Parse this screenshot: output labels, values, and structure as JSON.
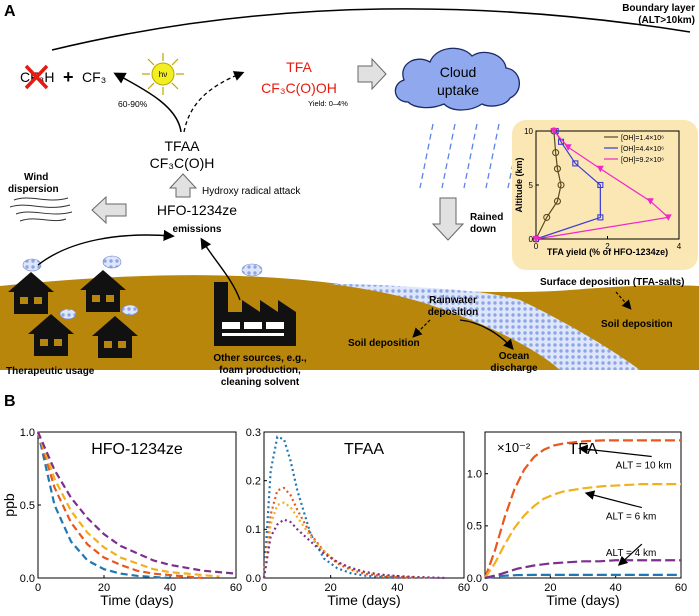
{
  "panel_a": {
    "label": "A",
    "boundary_layer": {
      "line1": "Boundary layer",
      "line2": "(ALT>10km)"
    },
    "products": {
      "cf3h": "CF₃H",
      "plus": "+",
      "cf3": "CF₃",
      "hv": "hν",
      "percent": "60-90%"
    },
    "tfa": {
      "name": "TFA",
      "formula": "CF₃C(O)OH",
      "yield": "Yield: 0–4%"
    },
    "cloud": {
      "line1": "Cloud",
      "line2": "uptake"
    },
    "tfaa": {
      "name": "TFAA",
      "formula": "CF₃C(O)H"
    },
    "hydroxy": "Hydroxy radical attack",
    "hfo": {
      "name": "HFO-1234ze",
      "sub": "emissions"
    },
    "wind": {
      "line1": "Wind",
      "line2": "dispersion"
    },
    "rained": {
      "line1": "Rained",
      "line2": "down"
    },
    "therapeutic": "Therapeutic usage",
    "other_sources": {
      "line1": "Other sources, e.g.,",
      "line2": "foam production,",
      "line3": "cleaning solvent"
    },
    "rainwater": {
      "line1": "Rainwater",
      "line2": "deposition"
    },
    "soil_left": "Soil deposition",
    "ocean": {
      "line1": "Ocean",
      "line2": "discharge"
    },
    "surface": "Surface deposition (TFA-salts)",
    "soil_right": "Soil deposition",
    "colors": {
      "ground": "#b8860b",
      "cloud": "#8fa8ee",
      "inset_bg": "#fbe7b4",
      "tfa_red": "#e8190f"
    }
  },
  "panel_b": {
    "label": "B"
  },
  "chart_data": [
    {
      "type": "scatter",
      "title": "",
      "xlabel": "TFA yield (% of HFO-1234ze)",
      "ylabel": "Altitude (km)",
      "xlim": [
        0,
        4
      ],
      "ylim": [
        0,
        10
      ],
      "xticks": [
        "0",
        "2",
        "4"
      ],
      "yticks": [
        "0",
        "5",
        "10"
      ],
      "legend_position": "top-right",
      "series": [
        {
          "name": "[OH]=1.4×10⁶",
          "color": "#5a4a1e",
          "marker": "circle",
          "x": [
            0,
            0.3,
            0.6,
            0.7,
            0.6,
            0.55,
            0.5
          ],
          "y": [
            0,
            2,
            3.5,
            5,
            6.5,
            8,
            10
          ]
        },
        {
          "name": "[OH]=4.4×10⁶",
          "color": "#3b3bd6",
          "marker": "square",
          "x": [
            0,
            1.8,
            1.8,
            1.1,
            0.7,
            0.55
          ],
          "y": [
            0,
            2,
            5,
            7,
            9,
            10
          ]
        },
        {
          "name": "[OH]=9.2×10⁶",
          "color": "#f028c8",
          "marker": "triangle",
          "x": [
            0,
            3.7,
            3.2,
            1.8,
            0.9,
            0.5
          ],
          "y": [
            0,
            2,
            3.5,
            6.5,
            8.5,
            10
          ]
        }
      ]
    },
    {
      "type": "line",
      "title": "HFO-1234ze",
      "xlabel": "Time (days)",
      "ylabel": "ppb",
      "xlim": [
        0,
        60
      ],
      "ylim": [
        0,
        1
      ],
      "xticks": [
        "0",
        "20",
        "40",
        "60"
      ],
      "yticks": [
        "0.0",
        "0.5",
        "1.0"
      ],
      "series": [
        {
          "color": "#1f77b4",
          "x": [
            0,
            5,
            10,
            15,
            20,
            25,
            30,
            35,
            40
          ],
          "y": [
            1.0,
            0.5,
            0.25,
            0.12,
            0.06,
            0.03,
            0.015,
            0.007,
            0.0
          ]
        },
        {
          "color": "#e8571d",
          "x": [
            0,
            5,
            10,
            15,
            20,
            25,
            30,
            35,
            40,
            45,
            50
          ],
          "y": [
            1.0,
            0.62,
            0.38,
            0.23,
            0.14,
            0.09,
            0.05,
            0.03,
            0.02,
            0.01,
            0.0
          ]
        },
        {
          "color": "#f2b01e",
          "x": [
            0,
            5,
            10,
            15,
            20,
            25,
            30,
            35,
            40,
            45,
            50,
            55
          ],
          "y": [
            1.0,
            0.68,
            0.46,
            0.31,
            0.21,
            0.14,
            0.1,
            0.06,
            0.04,
            0.03,
            0.02,
            0.01
          ]
        },
        {
          "color": "#7e2f8e",
          "x": [
            0,
            5,
            10,
            15,
            20,
            25,
            30,
            35,
            40,
            45,
            50,
            55,
            60
          ],
          "y": [
            1.0,
            0.74,
            0.55,
            0.41,
            0.3,
            0.22,
            0.17,
            0.12,
            0.09,
            0.07,
            0.05,
            0.04,
            0.03
          ]
        }
      ]
    },
    {
      "type": "line",
      "title": "TFAA",
      "xlabel": "Time (days)",
      "ylabel": "",
      "xlim": [
        0,
        60
      ],
      "ylim": [
        0,
        0.3
      ],
      "xticks": [
        "0",
        "20",
        "40",
        "60"
      ],
      "yticks": [
        "0.0",
        "0.1",
        "0.2",
        "0.3"
      ],
      "series": [
        {
          "color": "#1f77b4",
          "x": [
            0,
            2,
            4,
            6,
            8,
            10,
            14,
            18,
            22,
            26,
            30,
            35,
            40
          ],
          "y": [
            0,
            0.22,
            0.29,
            0.285,
            0.24,
            0.18,
            0.09,
            0.04,
            0.02,
            0.01,
            0.005,
            0.002,
            0.001
          ]
        },
        {
          "color": "#e8571d",
          "x": [
            0,
            2,
            4,
            6,
            8,
            10,
            14,
            18,
            22,
            26,
            30,
            35,
            40,
            45
          ],
          "y": [
            0,
            0.13,
            0.18,
            0.185,
            0.17,
            0.14,
            0.09,
            0.055,
            0.03,
            0.017,
            0.009,
            0.004,
            0.002,
            0.001
          ]
        },
        {
          "color": "#f2b01e",
          "x": [
            0,
            2,
            4,
            6,
            8,
            10,
            14,
            18,
            22,
            26,
            30,
            35,
            40,
            45,
            50
          ],
          "y": [
            0,
            0.11,
            0.15,
            0.155,
            0.145,
            0.125,
            0.085,
            0.055,
            0.033,
            0.02,
            0.012,
            0.006,
            0.003,
            0.002,
            0.001
          ]
        },
        {
          "color": "#7e2f8e",
          "x": [
            0,
            2,
            4,
            6,
            8,
            10,
            14,
            18,
            22,
            26,
            30,
            35,
            40,
            45,
            50,
            55
          ],
          "y": [
            0,
            0.085,
            0.11,
            0.12,
            0.115,
            0.1,
            0.075,
            0.05,
            0.033,
            0.021,
            0.013,
            0.007,
            0.004,
            0.002,
            0.001,
            0.0
          ]
        }
      ]
    },
    {
      "type": "line",
      "title": "TFA",
      "xlabel": "Time (days)",
      "ylabel": "",
      "xlim": [
        0,
        60
      ],
      "ylim": [
        0,
        0.014
      ],
      "xticks": [
        "0",
        "20",
        "40",
        "60"
      ],
      "yticks": [
        "0.0",
        "0.5",
        "1.0"
      ],
      "multiplier": "×10⁻²",
      "annotations": [
        {
          "text": "ALT = 10 km",
          "x": 40,
          "y": 0.0105
        },
        {
          "text": "ALT = 6 km",
          "x": 37,
          "y": 0.0056
        },
        {
          "text": "ALT = 4 km",
          "x": 37,
          "y": 0.0021
        }
      ],
      "series": [
        {
          "color": "#1f77b4",
          "x": [
            0,
            5,
            10,
            15,
            20,
            30,
            40,
            50,
            60
          ],
          "y": [
            0,
            0.0002,
            0.00028,
            0.0003,
            0.0003,
            0.0003,
            0.0003,
            0.0003,
            0.0003
          ]
        },
        {
          "color": "#e8571d",
          "x": [
            0,
            3,
            6,
            9,
            12,
            15,
            18,
            21,
            24,
            30,
            36,
            42,
            48,
            54,
            60
          ],
          "y": [
            0,
            0.0026,
            0.0058,
            0.0085,
            0.0104,
            0.0116,
            0.0123,
            0.0127,
            0.0129,
            0.0131,
            0.0132,
            0.0132,
            0.0132,
            0.0132,
            0.0132
          ]
        },
        {
          "color": "#f2b01e",
          "x": [
            0,
            3,
            6,
            9,
            12,
            15,
            18,
            21,
            24,
            30,
            36,
            42,
            48,
            54,
            60
          ],
          "y": [
            0,
            0.0014,
            0.0032,
            0.0048,
            0.006,
            0.0069,
            0.0076,
            0.008,
            0.0083,
            0.0086,
            0.0088,
            0.0089,
            0.009,
            0.009,
            0.009
          ]
        },
        {
          "color": "#7e2f8e",
          "x": [
            0,
            5,
            10,
            15,
            20,
            25,
            30,
            35,
            40,
            50,
            60
          ],
          "y": [
            0,
            0.0004,
            0.0009,
            0.0012,
            0.0014,
            0.0015,
            0.0016,
            0.0016,
            0.0017,
            0.0017,
            0.0017
          ]
        }
      ]
    }
  ]
}
